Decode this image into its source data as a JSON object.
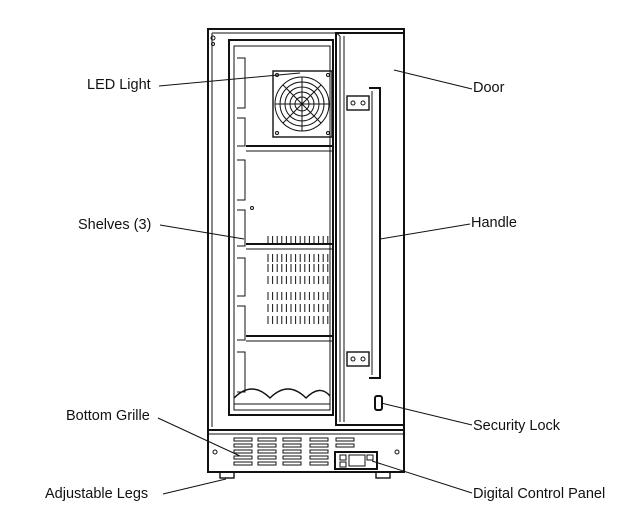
{
  "labels": {
    "led_light": "LED Light",
    "shelves": "Shelves (3)",
    "bottom_grille": "Bottom Grille",
    "adjustable_legs": "Adjustable Legs",
    "door": "Door",
    "handle": "Handle",
    "security_lock": "Security Lock",
    "digital_control_panel": "Digital Control Panel"
  },
  "colors": {
    "line": "#111111",
    "background": "#ffffff"
  }
}
